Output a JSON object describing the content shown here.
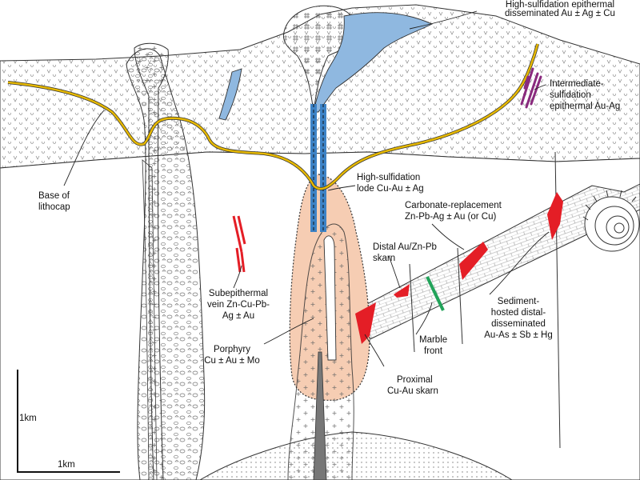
{
  "labels": {
    "high_sulf_disseminated": [
      "High-sulfidation epithermal",
      "disseminated Au ± Ag ± Cu"
    ],
    "intermediate_sulf": [
      "Intermediate-",
      "sulfidation",
      "epithermal Au-Ag"
    ],
    "base_lithocap": [
      "Base of",
      "lithocap"
    ],
    "high_sulf_lode": [
      "High-sulfidation",
      "lode Cu-Au ± Ag"
    ],
    "carbonate_replacement": [
      "Carbonate-replacement",
      "Zn-Pb-Ag ± Au (or Cu)"
    ],
    "distal_skarn": [
      "Distal Au/Zn-Pb",
      "skarn"
    ],
    "subepithermal_vein": [
      "Subepithermal",
      "vein Zn-Cu-Pb-",
      "Ag ± Au"
    ],
    "porphyry": [
      "Porphyry",
      "Cu ± Au ± Mo"
    ],
    "marble_front": [
      "Marble",
      "front"
    ],
    "sediment_hosted": [
      "Sediment-",
      "hosted distal-",
      "disseminated",
      "Au-As ± Sb ± Hg"
    ],
    "proximal_skarn": [
      "Proximal",
      "Cu-Au skarn"
    ]
  },
  "scale_bar": {
    "vertical": "1km",
    "horizontal": "1km"
  },
  "colors": {
    "lithocap_line": "#e6b800",
    "advanced_argillic": "#8fb8e0",
    "potassic_halo": "#f6cdb3",
    "ore_red": "#e41e26",
    "vein_purple": "#8a2a7e",
    "marble_green": "#22a35a",
    "outline": "#333333"
  }
}
